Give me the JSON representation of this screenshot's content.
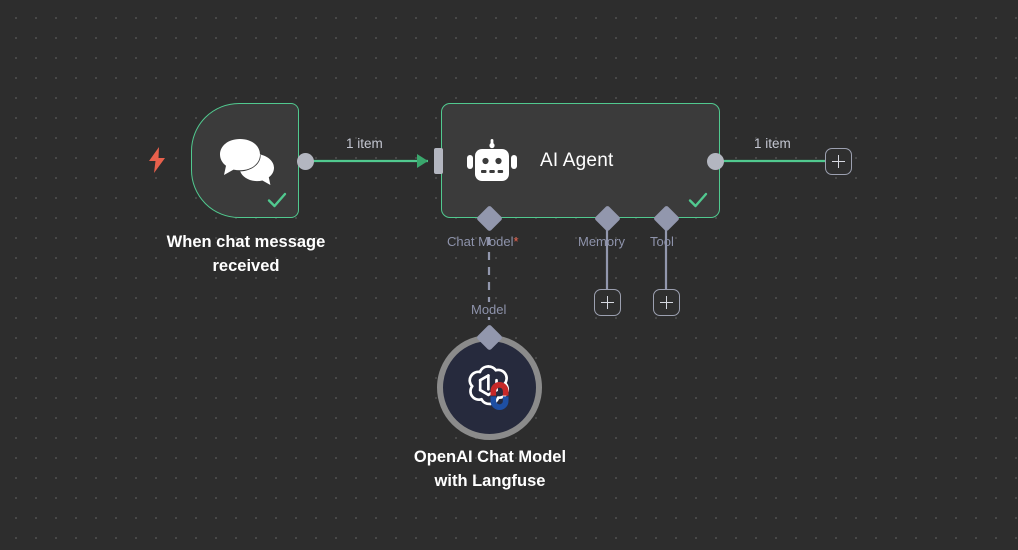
{
  "canvas": {
    "background_color": "#2d2d2d",
    "grid_dot_color": "#4a4a4a",
    "accent_success": "#51c98f",
    "accent_trigger": "#e8604c",
    "port_color": "#9297ad"
  },
  "nodes": {
    "trigger": {
      "label_line1": "When chat message",
      "label_line2": "received",
      "icon": "chat-bubbles-icon",
      "status": "success",
      "trigger_icon": "lightning-bolt-icon"
    },
    "agent": {
      "title": "AI Agent",
      "icon": "robot-icon",
      "status": "success"
    },
    "chat_model": {
      "label_line1": "OpenAI Chat Model",
      "label_line2": "with Langfuse",
      "icon": "openai-langfuse-icon"
    }
  },
  "ports": {
    "chat_model": "Chat Model",
    "chat_model_required_marker": "*",
    "memory": "Memory",
    "tool": "Tool",
    "model": "Model"
  },
  "edges": {
    "trigger_to_agent_label": "1 item",
    "agent_output_label": "1 item"
  },
  "buttons": {
    "add_memory": "+",
    "add_tool": "+",
    "add_next_node": "+"
  }
}
